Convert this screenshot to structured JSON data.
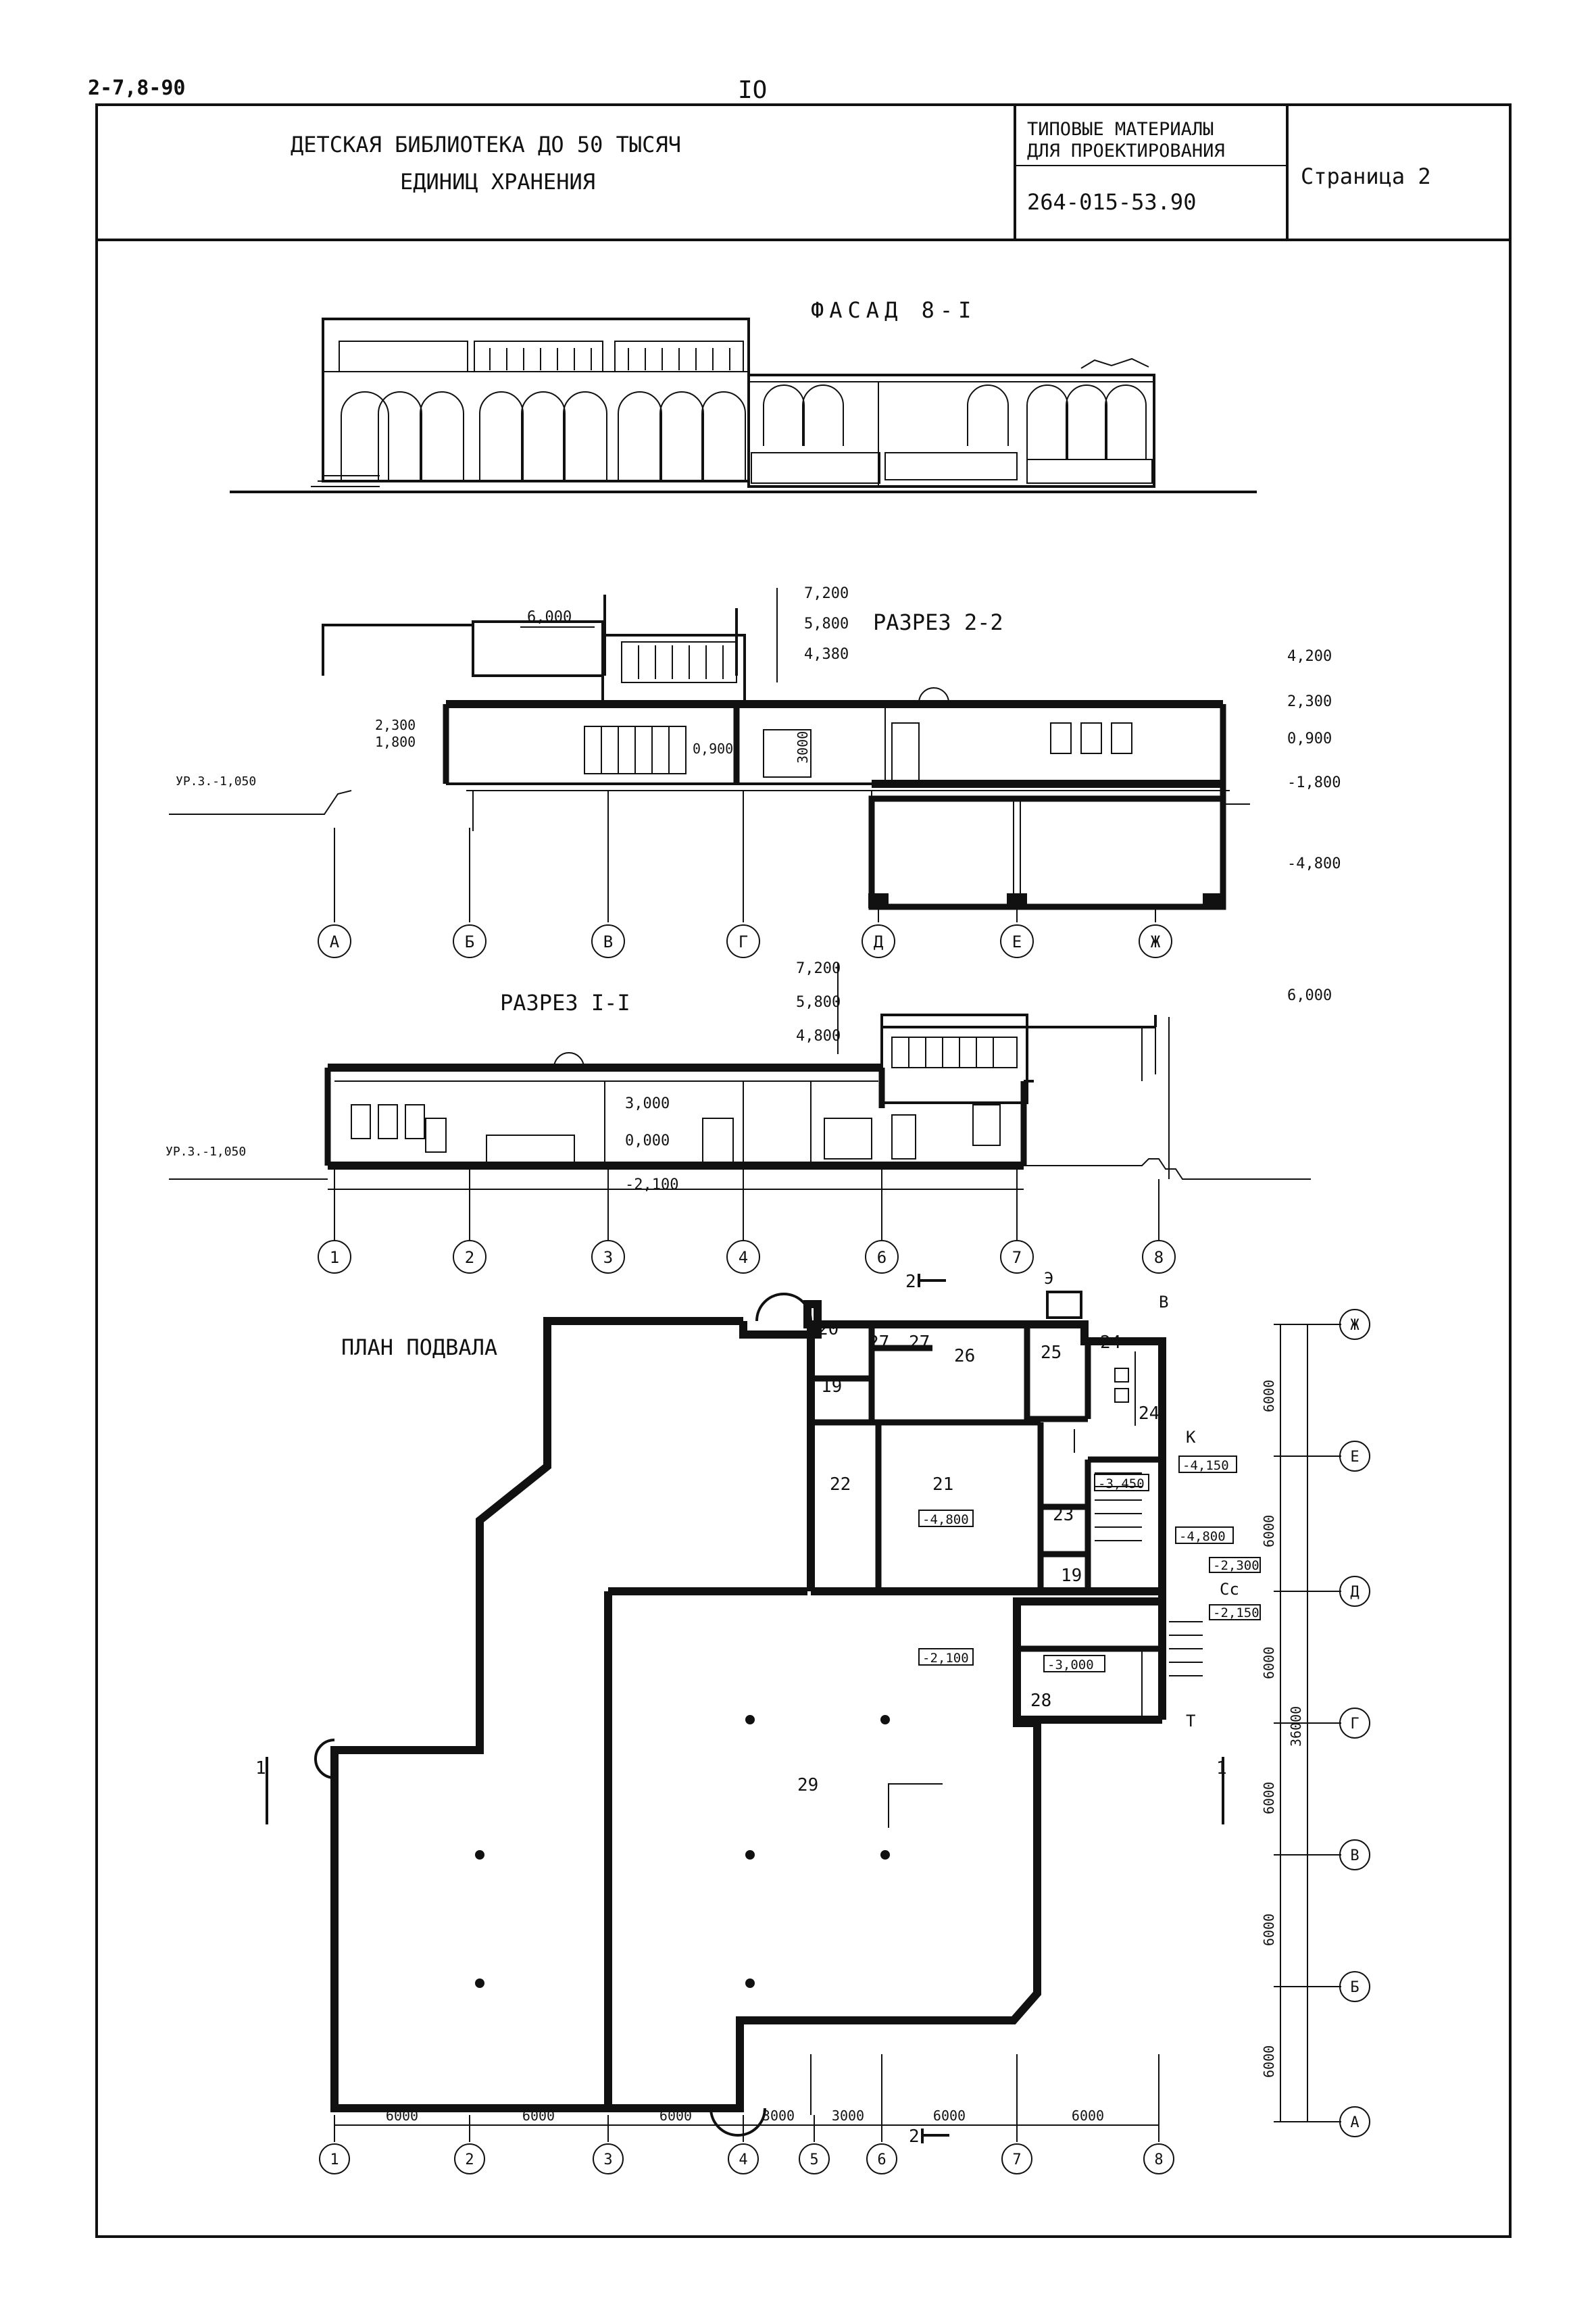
{
  "header": {
    "code": "2-7,8-90",
    "page_number": "IO",
    "title_line1": "ДЕТСКАЯ БИБЛИОТЕКА ДО 50 ТЫСЯЧ",
    "title_line2": "ЕДИНИЦ ХРАНЕНИЯ",
    "typical_line1": "ТИПОВЫЕ МАТЕРИАЛЫ",
    "typical_line2": "ДЛЯ ПРОЕКТИРОВАНИЯ",
    "project_number": "264-015-53.90",
    "page_label": "Страница 2"
  },
  "facade": {
    "title": "ФАСАД 8-I"
  },
  "section22": {
    "title": "РАЗРЕЗ 2-2",
    "levels_left": [
      "6,000",
      "7,200",
      "5,800",
      "4,380"
    ],
    "levels_mid": [
      "2,300",
      "1,800",
      "0,900",
      "3000"
    ],
    "ground": "УР.З.-1,050",
    "levels_right": [
      "4,200",
      "2,300",
      "0,900",
      "-1,800",
      "-4,800"
    ],
    "axes": [
      "А",
      "Б",
      "В",
      "Г",
      "Д",
      "Е",
      "Ж"
    ]
  },
  "section11": {
    "title": "РАЗРЕЗ I-I",
    "levels_top": [
      "7,200",
      "5,800",
      "4,800"
    ],
    "level_right": "6,000",
    "levels_inner": [
      "3,000",
      "0,000",
      "-2,100"
    ],
    "ground": "УР.З.-1,050",
    "axes": [
      "1",
      "2",
      "3",
      "4",
      "6",
      "7",
      "8"
    ]
  },
  "plan": {
    "title": "ПЛАН ПОДВАЛА",
    "rooms": [
      "20",
      "27",
      "27",
      "26",
      "25",
      "24",
      "19",
      "24",
      "22",
      "21",
      "23",
      "19",
      "28",
      "29"
    ],
    "level_tags": [
      "-4,800",
      "-4,150",
      "-3,450",
      "-4,800",
      "-2,300",
      "-2,150",
      "-2,100",
      "-3,000"
    ],
    "letters": [
      "Э",
      "В",
      "К",
      "Сс",
      "Т"
    ],
    "cut_marks": [
      "2",
      "2",
      "1",
      "1"
    ],
    "axes_right": [
      "Ж",
      "Е",
      "Д",
      "Г",
      "В",
      "Б",
      "А"
    ],
    "dims_right": [
      "6000",
      "6000",
      "6000",
      "6000",
      "6000",
      "6000"
    ],
    "overall_dim": "36000",
    "axes_bottom": [
      "1",
      "2",
      "3",
      "4",
      "5",
      "6",
      "7",
      "8"
    ],
    "dims_bottom": [
      "6000",
      "6000",
      "6000",
      "3000",
      "3000",
      "6000",
      "6000"
    ]
  }
}
